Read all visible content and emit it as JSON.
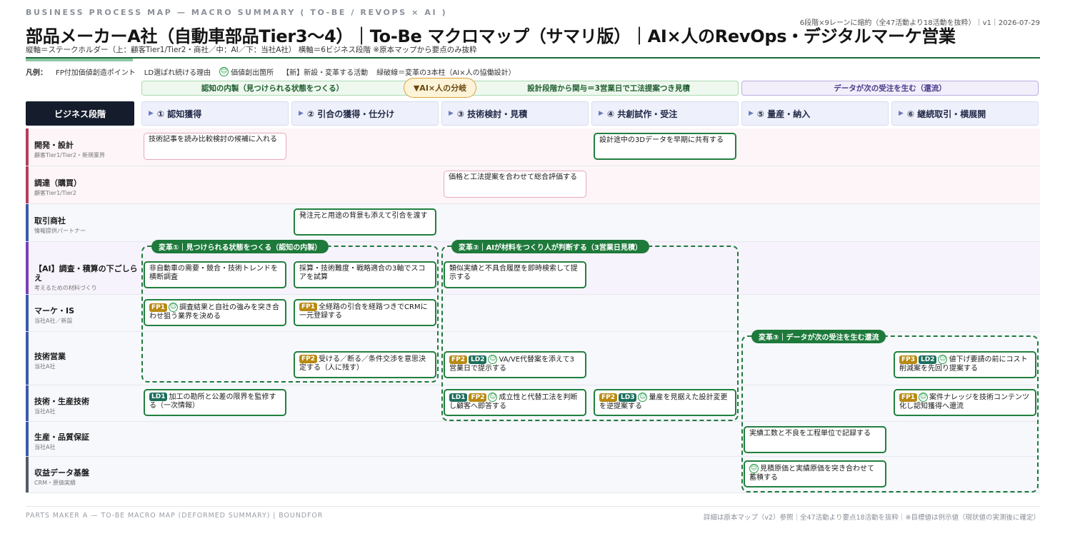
{
  "header": {
    "eyebrow": "BUSINESS PROCESS MAP — MACRO SUMMARY ( TO-BE / REVOPS × AI )",
    "title": "部品メーカーA社（自動車部品Tier3〜4）｜To-Be マクロマップ（サマリ版）｜AI×人のRevOps・デジタルマーケ営業",
    "subtitle": "縦軸＝ステークホルダー（上：顧客Tier1/Tier2・商社／中：AI／下：当社A社） 横軸＝6ビジネス段階 ※原本マップから要点のみ抜粋",
    "meta": "6段階×9レーンに縮約（全47活動より18活動を抜粋）｜v1｜2026-07-29"
  },
  "legend": {
    "label": "凡例：",
    "items": [
      "FP付加価値創造ポイント",
      "LD選ばれ続ける理由",
      "価値創出箇所",
      "【新】新設・変革する活動",
      "緑破線＝変革の3本柱（AI×人の協働設計）"
    ],
    "smiley_icon": "smiley-icon"
  },
  "bands": {
    "left": "認知の内製（見つけられる状態をつくる）",
    "middle": "設計段階から関与＝3営業日で工法提案つき見積",
    "right": "データが次の受注を生む（還流）",
    "branch": "▼AI×人の分岐"
  },
  "stage_header": "ビジネス段階",
  "stages": [
    "① 認知獲得",
    "② 引合の獲得・仕分け",
    "③ 技術検討・見積",
    "④ 共創試作・受注",
    "⑤ 量産・納入",
    "⑥ 継続取引・横展開"
  ],
  "lanes": [
    {
      "name": "開発・設計",
      "sub": "顧客Tier1/Tier2・新規業界",
      "color": "#b0405f"
    },
    {
      "name": "調達（購買）",
      "sub": "顧客Tier1/Tier2",
      "color": "#b0405f"
    },
    {
      "name": "取引商社",
      "sub": "情報提供パートナー",
      "color": "#3b5ba8"
    },
    {
      "name": "【AI】調査・積算の下ごしらえ",
      "sub": "考えるための材料づくり",
      "color": "#7b3fb5"
    },
    {
      "name": "マーケ・IS",
      "sub": "当社A社／新設",
      "color": "#3b5ba8"
    },
    {
      "name": "技術営業",
      "sub": "当社A社",
      "color": "#3b5ba8"
    },
    {
      "name": "技術・生産技術",
      "sub": "当社A社",
      "color": "#3b5ba8"
    },
    {
      "name": "生産・品質保証",
      "sub": "当社A社",
      "color": "#3b5ba8"
    },
    {
      "name": "収益データ基盤",
      "sub": "CRM・原価実績",
      "color": "#555a66"
    }
  ],
  "zones": [
    {
      "label": "変革①｜見つけられる状態をつくる（認知の内製）"
    },
    {
      "label": "変革②｜AIが材料をつくり人が判断する（3営業日見積）"
    },
    {
      "label": "変革③｜データが次の受注を生む還流"
    }
  ],
  "cards": [
    {
      "lane": 0,
      "stage": 0,
      "style": "pink",
      "tags": [],
      "smile": false,
      "text": "技術記事を読み比較検討の候補に入れる"
    },
    {
      "lane": 0,
      "stage": 3,
      "style": "green",
      "tags": [],
      "smile": false,
      "text": "設計途中の3Dデータを早期に共有する"
    },
    {
      "lane": 1,
      "stage": 2,
      "style": "pink",
      "tags": [],
      "smile": false,
      "text": "価格と工法提案を合わせて総合評価する"
    },
    {
      "lane": 2,
      "stage": 1,
      "style": "green",
      "tags": [],
      "smile": false,
      "text": "発注元と用途の背景も添えて引合を渡す"
    },
    {
      "lane": 3,
      "stage": 0,
      "style": "green",
      "tags": [],
      "smile": false,
      "text": "非自動車の需要・競合・技術トレンドを横断調査"
    },
    {
      "lane": 3,
      "stage": 1,
      "style": "green",
      "tags": [],
      "smile": false,
      "text": "採算・技術難度・戦略適合の3軸でスコアを試算"
    },
    {
      "lane": 3,
      "stage": 2,
      "style": "green",
      "tags": [],
      "smile": false,
      "text": "類似実績と不具合履歴を即時検索して提示する"
    },
    {
      "lane": 4,
      "stage": 0,
      "style": "green",
      "tags": [
        "FP1"
      ],
      "smile": true,
      "text": "調査結果と自社の強みを突き合わせ狙う業界を決める"
    },
    {
      "lane": 4,
      "stage": 1,
      "style": "green",
      "tags": [
        "FP1"
      ],
      "smile": false,
      "text": "全経路の引合を経路つきでCRMに一元登録する"
    },
    {
      "lane": 5,
      "stage": 1,
      "style": "green",
      "tags": [
        "FP2"
      ],
      "smile": false,
      "text": "受ける／断る／条件交渉を意思決定する（人に残す）"
    },
    {
      "lane": 5,
      "stage": 2,
      "style": "green",
      "tags": [
        "FP2",
        "LD2"
      ],
      "smile": true,
      "text": "VA/VE代替案を添えて3営業日で提示する"
    },
    {
      "lane": 5,
      "stage": 5,
      "style": "green",
      "tags": [
        "FP3",
        "LD2"
      ],
      "smile": true,
      "text": "値下げ要請の前にコスト削減案を先回り提案する"
    },
    {
      "lane": 6,
      "stage": 0,
      "style": "green",
      "tags": [
        "LD1"
      ],
      "smile": false,
      "text": "加工の勘所と公差の限界を監修する（一次情報）"
    },
    {
      "lane": 6,
      "stage": 2,
      "style": "green",
      "tags": [
        "LD1",
        "FP2"
      ],
      "smile": true,
      "text": "成立性と代替工法を判断し顧客へ即答する"
    },
    {
      "lane": 6,
      "stage": 3,
      "style": "green",
      "tags": [
        "FP2",
        "LD3"
      ],
      "smile": true,
      "text": "量産を見据えた設計変更を逆提案する"
    },
    {
      "lane": 6,
      "stage": 5,
      "style": "green",
      "tags": [
        "FP1"
      ],
      "smile": true,
      "text": "案件ナレッジを技術コンテンツ化し認知獲得へ還流"
    },
    {
      "lane": 7,
      "stage": 4,
      "style": "green",
      "tags": [],
      "smile": false,
      "text": "実績工数と不良を工程単位で記録する"
    },
    {
      "lane": 8,
      "stage": 4,
      "style": "green",
      "tags": [],
      "smile": true,
      "text": "見積原価と実績原価を突き合わせて蓄積する"
    }
  ],
  "footer": {
    "left": "PARTS MAKER A — TO-BE MACRO MAP (DEFORMED SUMMARY) | BOUNDFOR",
    "right": "詳細は原本マップ（v2）参照｜全47活動より要点18活動を抜粋｜※目標値は例示値（現状値の実測後に確定）"
  },
  "colors": {
    "accent_green": "#1e7a3b",
    "fp_tag": "#b88a12",
    "ld_tag": "#1e6e5e",
    "stage_header_bg": "#151c2c"
  }
}
